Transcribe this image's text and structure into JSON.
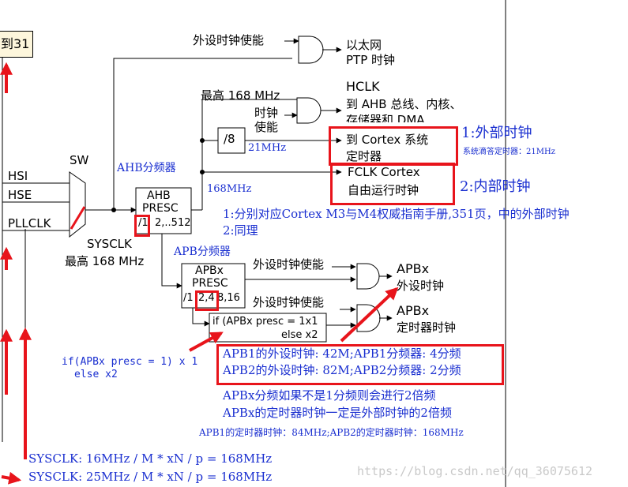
{
  "colors": {
    "annotation_red": "#e8141b",
    "annotation_blue": "#1a2fd0",
    "line": "#000000",
    "bg": "#ffffff",
    "cutoff_box": "#fdf6dc"
  },
  "left": {
    "cutoff_label": "到31",
    "hsi": "HSI",
    "hse": "HSE",
    "pllclk": "PLLCLK",
    "sw": "SW",
    "sysclk": "SYSCLK",
    "sysclk_max": "最高 168 MHz"
  },
  "top": {
    "periph_enable": "外设时钟使能",
    "eth_line1": "以太网",
    "eth_line2": "PTP 时钟",
    "max168": "最高 168 MHz",
    "clk_enable_1": "时钟",
    "clk_enable_2": "使能",
    "hclk": "HCLK",
    "hclk_desc1": "到 AHB 总线、内核、",
    "hclk_desc2": "存储器和 DMA",
    "div8": "/8",
    "mhz21": "21MHz",
    "cortex1": "到 Cortex 系统",
    "cortex2": "定时器",
    "fclk1": "FCLK Cortex",
    "fclk2": "自由运行时钟",
    "mhz168": "168MHz"
  },
  "ahb": {
    "label": "AHB分频器",
    "box1": "AHB",
    "box2": "PRESC",
    "div_1": "/1",
    "div_rest": "2,..512"
  },
  "apb": {
    "label": "APB分频器",
    "box1": "APBx",
    "box2": "PRESC",
    "div_a": "/1",
    "div_b": "2,4",
    "div_c": "8,16",
    "periph_enable_1": "外设时钟使能",
    "periph_enable_2": "外设时钟使能",
    "apbx_1": "APBx",
    "apbx_1b": "外设时钟",
    "apbx_2": "APBx",
    "apbx_2b": "定时器时钟",
    "if_box1": "if (APBx presc = 1x1",
    "if_box2": "else x2"
  },
  "annotations": {
    "ext_clock": "1:外部时钟",
    "systick": "系统滴答定时器：21MHz",
    "int_clock": "2:内部时钟",
    "note1": "1:分别对应Cortex M3与M4权威指南手册,351页，中的外部时钟",
    "note2": "2:同理",
    "if_note1": "if(APBx presc = 1) x 1",
    "if_note2": "else x2",
    "apb1_line": "APB1的外设时钟: 42M;APB1分频器: 4分频",
    "apb2_line": "APB2的外设时钟: 82M;APB2分频器: 2分频",
    "apbx_note1": "APBx分频如果不是1分频则会进行2倍频",
    "apbx_note2": "APBx的定时器时钟一定是外部时钟的2倍频",
    "timer_clk": "APB1的定时器时钟：84MHz;APB2的定时器时钟：168MHz",
    "sysclk16": "SYSCLK: 16MHz / M * xN / p = 168MHz",
    "sysclk25": "SYSCLK: 25MHz / M * xN / p = 168MHz"
  },
  "watermark": "https://blog.csdn.net/qq_36075612"
}
